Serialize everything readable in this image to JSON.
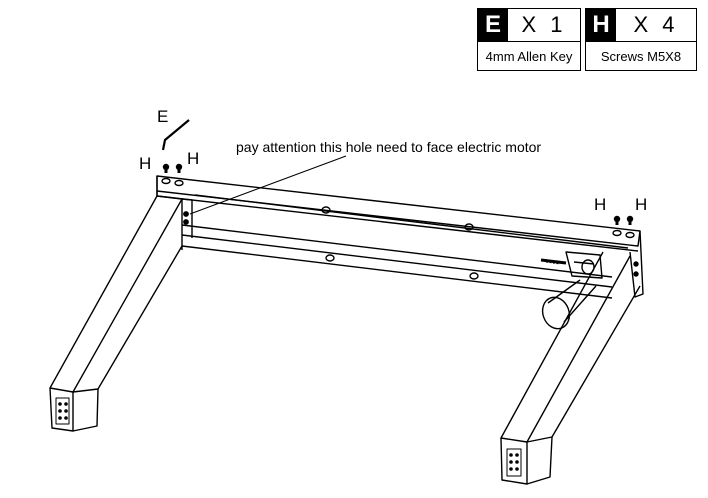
{
  "parts": [
    {
      "letter": "E",
      "qty": "X 1",
      "name": "4mm Allen Key"
    },
    {
      "letter": "H",
      "qty": "X 4",
      "name": "Screws M5X8"
    }
  ],
  "labels": {
    "allen_key": "E",
    "screw_left_a": "H",
    "screw_left_b": "H",
    "screw_right_a": "H",
    "screw_right_b": "H"
  },
  "note": "pay attention this hole need to face electric motor",
  "colors": {
    "line": "#000000",
    "background": "#ffffff",
    "badge": "#000000"
  }
}
